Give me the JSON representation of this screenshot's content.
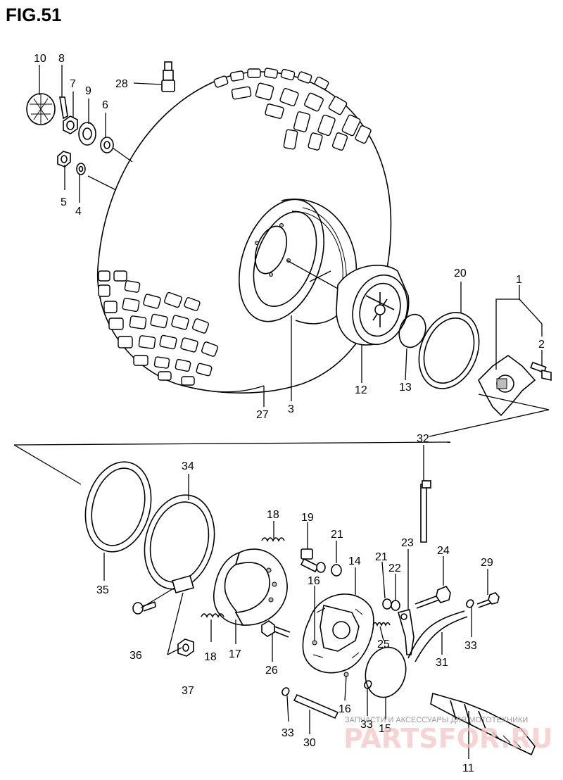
{
  "figure": {
    "title": "FIG.51"
  },
  "callouts": [
    {
      "id": "c10",
      "label": "10"
    },
    {
      "id": "c8",
      "label": "8"
    },
    {
      "id": "c7",
      "label": "7"
    },
    {
      "id": "c9",
      "label": "9"
    },
    {
      "id": "c6",
      "label": "6"
    },
    {
      "id": "c28",
      "label": "28"
    },
    {
      "id": "c5",
      "label": "5"
    },
    {
      "id": "c4",
      "label": "4"
    },
    {
      "id": "c20",
      "label": "20"
    },
    {
      "id": "c1",
      "label": "1"
    },
    {
      "id": "c2",
      "label": "2"
    },
    {
      "id": "c13",
      "label": "13"
    },
    {
      "id": "c12",
      "label": "12"
    },
    {
      "id": "c3",
      "label": "3"
    },
    {
      "id": "c27",
      "label": "27"
    },
    {
      "id": "c32",
      "label": "32"
    },
    {
      "id": "c34",
      "label": "34"
    },
    {
      "id": "c35",
      "label": "35"
    },
    {
      "id": "c18a",
      "label": "18"
    },
    {
      "id": "c19",
      "label": "19"
    },
    {
      "id": "c21a",
      "label": "21"
    },
    {
      "id": "c14",
      "label": "14"
    },
    {
      "id": "c21b",
      "label": "21"
    },
    {
      "id": "c23",
      "label": "23"
    },
    {
      "id": "c24",
      "label": "24"
    },
    {
      "id": "c29",
      "label": "29"
    },
    {
      "id": "c22",
      "label": "22"
    },
    {
      "id": "c16a",
      "label": "16"
    },
    {
      "id": "c36",
      "label": "36"
    },
    {
      "id": "c18b",
      "label": "18"
    },
    {
      "id": "c17",
      "label": "17"
    },
    {
      "id": "c26",
      "label": "26"
    },
    {
      "id": "c25",
      "label": "25"
    },
    {
      "id": "c33a",
      "label": "33"
    },
    {
      "id": "c31",
      "label": "31"
    },
    {
      "id": "c37",
      "label": "37"
    },
    {
      "id": "c16b",
      "label": "16"
    },
    {
      "id": "c33b",
      "label": "33"
    },
    {
      "id": "c15",
      "label": "15"
    },
    {
      "id": "c33c",
      "label": "33"
    },
    {
      "id": "c30",
      "label": "30"
    },
    {
      "id": "c11",
      "label": "11"
    }
  ],
  "watermark": {
    "caption": "ЗАПЧАСТИ И АКСЕССУАРЫ ДЛЯ МОТОТЕХНИКИ",
    "brand": "PARTSFOR.RU"
  }
}
